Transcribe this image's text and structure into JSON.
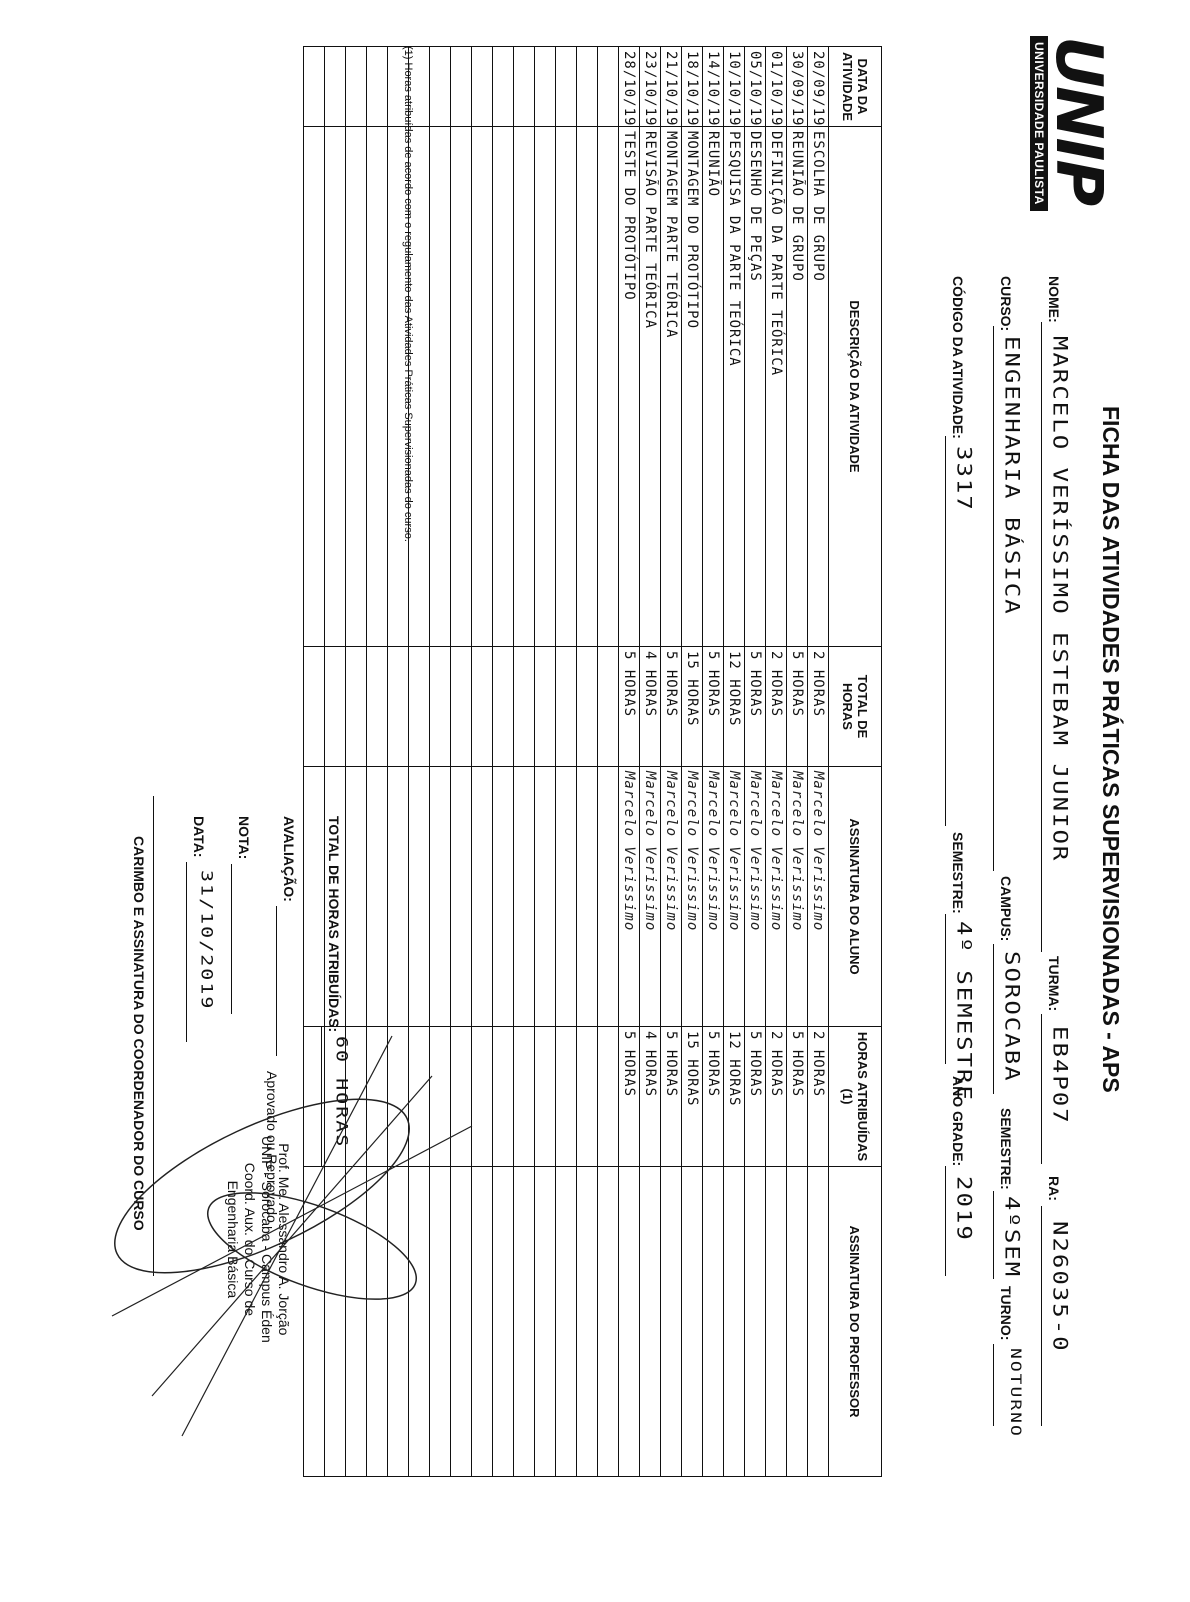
{
  "header": {
    "logo_text": "UNIP",
    "logo_subtitle": "UNIVERSIDADE PAULISTA",
    "title": "FICHA DAS ATIVIDADES PRÁTICAS SUPERVISIONADAS - APS"
  },
  "fields": {
    "nome_label": "NOME:",
    "nome_value": "MARCELO VERÍSSIMO ESTEBAM JUNIOR",
    "turma_label": "TURMA:",
    "turma_value": "EB4P07",
    "ra_label": "RA:",
    "ra_value": "N26035-0",
    "curso_label": "CURSO:",
    "curso_value": "ENGENHARIA BÁSICA",
    "campus_label": "CAMPUS:",
    "campus_value": "SOROCABA",
    "semestre_label": "SEMESTRE:",
    "semestre_value": "4ºSEM",
    "turno_label": "TURNO:",
    "turno_value": "NOTURNO",
    "codigo_label": "CÓDIGO DA ATIVIDADE:",
    "codigo_value": "3317",
    "semestre2_label": "SEMESTRE:",
    "semestre2_value": "4º SEMESTRE",
    "ano_label": "ANO GRADE:",
    "ano_value": "2019"
  },
  "table": {
    "headers": [
      "DATA DA ATIVIDADE",
      "DESCRIÇÃO DA ATIVIDADE",
      "TOTAL DE HORAS",
      "ASSINATURA DO ALUNO",
      "HORAS ATRIBUÍDAS (1)",
      "ASSINATURA DO PROFESSOR"
    ],
    "rows": [
      {
        "date": "20/09/19",
        "desc": "ESCOLHA DE GRUPO",
        "total": "2 HORAS",
        "student_sig": "Marcelo Verissimo",
        "attributed": "2 HORAS"
      },
      {
        "date": "30/09/19",
        "desc": "REUNIÃO DE GRUPO",
        "total": "5 HORAS",
        "student_sig": "Marcelo Verissimo",
        "attributed": "5 HORAS"
      },
      {
        "date": "01/10/19",
        "desc": "DEFINIÇÃO DA PARTE TEÓRICA",
        "total": "2 HORAS",
        "student_sig": "Marcelo Verissimo",
        "attributed": "2 HORAS"
      },
      {
        "date": "05/10/19",
        "desc": "DESENHO DE PEÇAS",
        "total": "5 HORAS",
        "student_sig": "Marcelo Verissimo",
        "attributed": "5 HORAS"
      },
      {
        "date": "10/10/19",
        "desc": "PESQUISA DA PARTE TEÓRICA",
        "total": "12 HORAS",
        "student_sig": "Marcelo Verissimo",
        "attributed": "12 HORAS"
      },
      {
        "date": "14/10/19",
        "desc": "REUNIÃO",
        "total": "5 HORAS",
        "student_sig": "Marcelo Verissimo",
        "attributed": "5 HORAS"
      },
      {
        "date": "18/10/19",
        "desc": "MONTAGEM DO PROTÓTIPO",
        "total": "15 HORAS",
        "student_sig": "Marcelo Verissimo",
        "attributed": "15 HORAS"
      },
      {
        "date": "21/10/19",
        "desc": "MONTAGEM PARTE TEÓRICA",
        "total": "5 HORAS",
        "student_sig": "Marcelo Verissimo",
        "attributed": "5 HORAS"
      },
      {
        "date": "23/10/19",
        "desc": "REVISÃO PARTE TEÓRICA",
        "total": "4 HORAS",
        "student_sig": "Marcelo Verissimo",
        "attributed": "4 HORAS"
      },
      {
        "date": "28/10/19",
        "desc": "TESTE DO PROTÓTIPO",
        "total": "5 HORAS",
        "student_sig": "Marcelo Verissimo",
        "attributed": "5 HORAS"
      }
    ],
    "empty_rows": 15
  },
  "footnote": "(1) Horas atribuídas de acordo com o regulamento das Atividades Práticas Supervisionadas do curso.",
  "summary": {
    "total_label": "TOTAL DE HORAS ATRIBUÍDAS:",
    "total_value": "60 HORAS",
    "avaliacao_label": "AVALIAÇÃO:",
    "aprovado_text": "Aprovado ou Reprovado",
    "nota_label": "NOTA:",
    "data_label": "DATA:",
    "data_value": "31/10/2019",
    "carimbo_label": "CARIMBO E ASSINATURA DO COORDENADOR DO CURSO"
  },
  "stamp": {
    "lines": [
      "Prof. Me. Alessandro A. Jorção",
      "UNIP - Sorocaba - Campus Éden",
      "Coord. Aux. do Curso de",
      "Engenharia Básica"
    ]
  }
}
